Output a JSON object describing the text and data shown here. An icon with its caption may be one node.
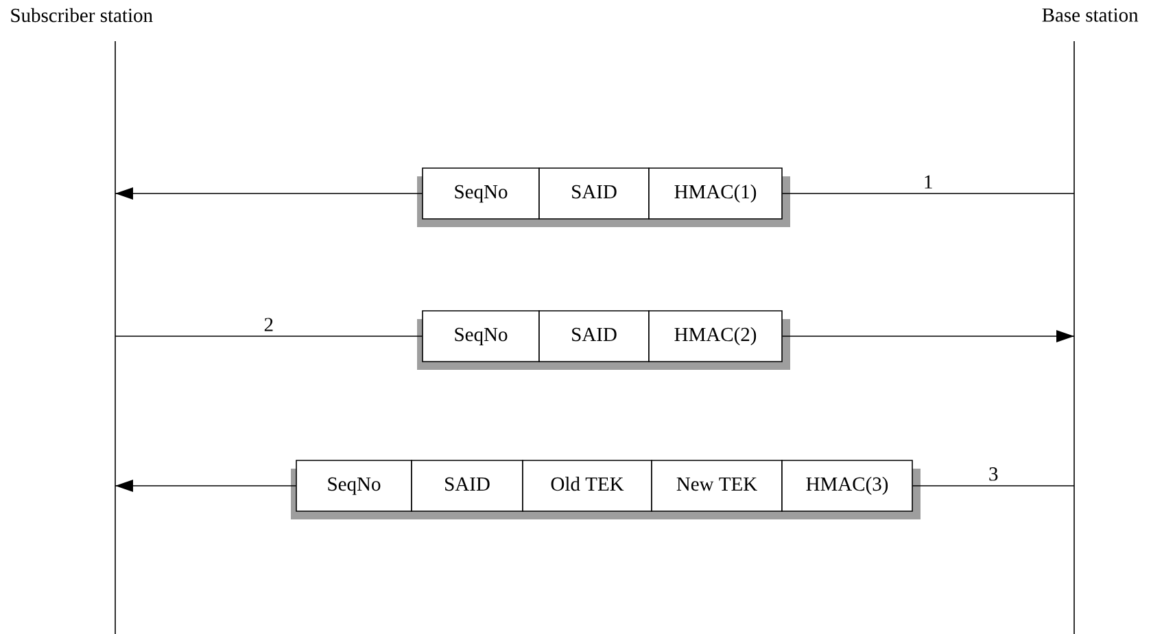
{
  "diagram": {
    "nodes": [
      {
        "text": [
          "Subscriber station"
        ]
      },
      {
        "text": [
          "Base station"
        ]
      },
      {
        "text": [
          "SeqNo",
          "SAID",
          "HMAC(1)"
        ]
      },
      {
        "text": [
          "SeqNo",
          "SAID",
          "HMAC(2)"
        ]
      },
      {
        "text": [
          "SeqNo",
          "SAID",
          "Old TEK",
          "New TEK",
          "HMAC(3)"
        ]
      }
    ],
    "edges": [
      {
        "from": 1,
        "to": 2,
        "arrow": "none",
        "label": "1"
      },
      {
        "from": 2,
        "to": 0,
        "arrow": "to"
      },
      {
        "from": 0,
        "to": 3,
        "arrow": "none",
        "label": "2"
      },
      {
        "from": 3,
        "to": 1,
        "arrow": "to"
      },
      {
        "from": 1,
        "to": 4,
        "arrow": "none",
        "label": "3"
      },
      {
        "from": 4,
        "to": 0,
        "arrow": "to"
      }
    ]
  }
}
